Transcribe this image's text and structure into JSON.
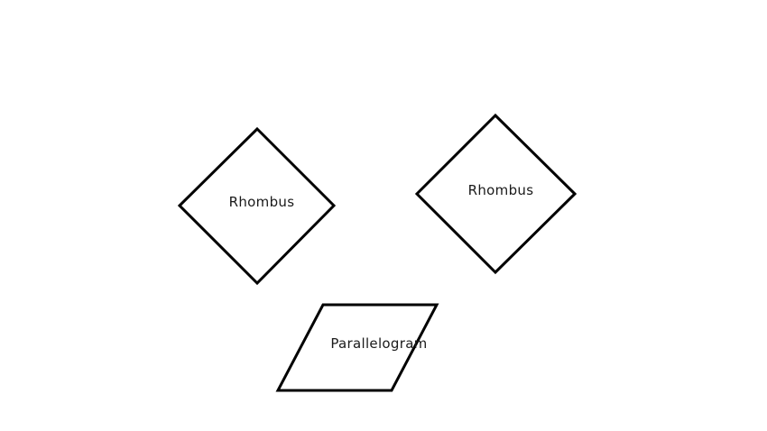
{
  "diagram": {
    "stroke_color": "#000000",
    "background_color": "#ffffff",
    "shapes": [
      {
        "kind": "rhombus",
        "label": "Rhombus"
      },
      {
        "kind": "rhombus",
        "label": "Rhombus"
      },
      {
        "kind": "parallelogram",
        "label": "Parallelogram"
      }
    ]
  }
}
